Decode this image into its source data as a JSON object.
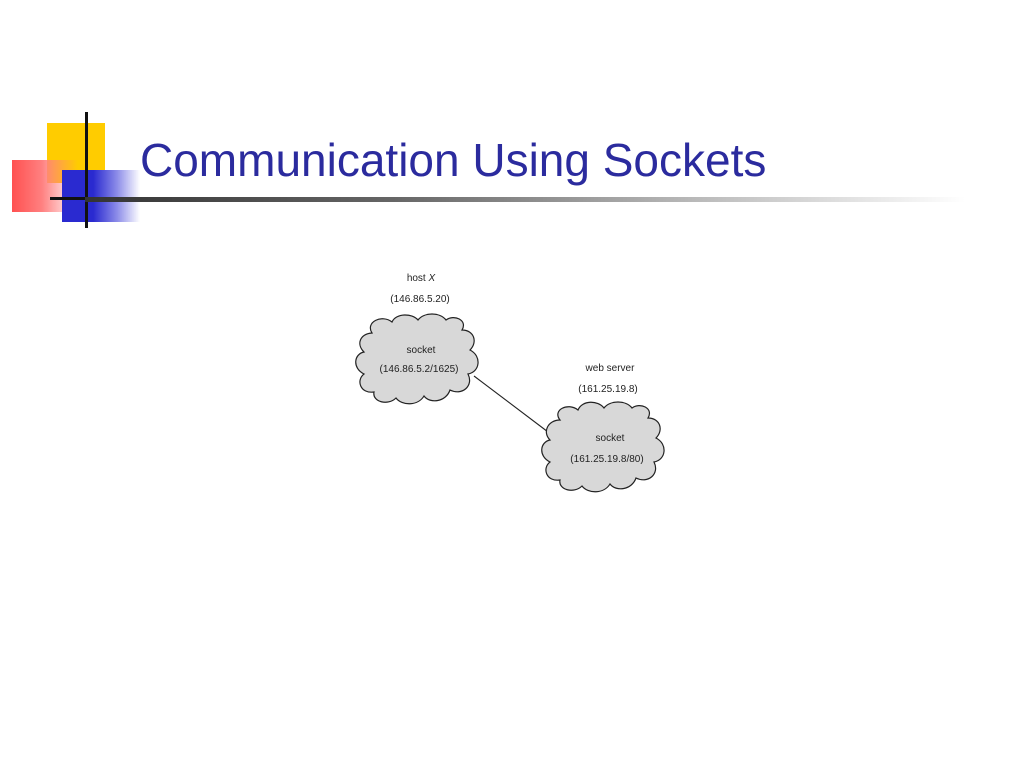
{
  "slide": {
    "title": "Communication Using Sockets"
  },
  "diagram": {
    "host": {
      "name_prefix": "host",
      "name_var": "X",
      "address": "(146.86.5.20)",
      "socket_label": "socket",
      "socket_address": "(146.86.5.2/1625)"
    },
    "server": {
      "name": "web server",
      "address": "(161.25.19.8)",
      "socket_label": "socket",
      "socket_address": "(161.25.19.8/80)"
    }
  }
}
